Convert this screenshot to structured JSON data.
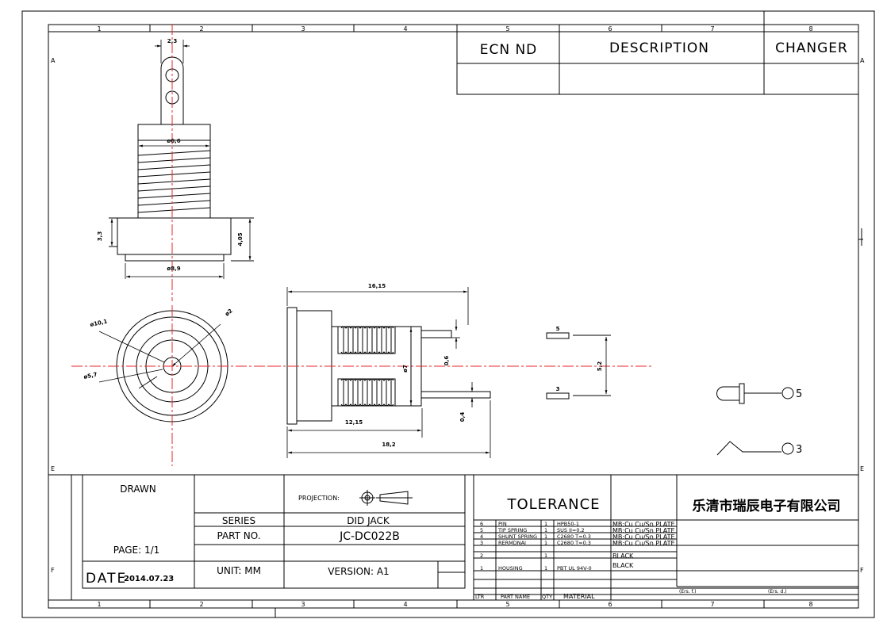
{
  "grid": {
    "columns": [
      "1",
      "2",
      "3",
      "4",
      "5",
      "6",
      "7",
      "8"
    ],
    "rows": [
      "A",
      "E",
      "F"
    ]
  },
  "revision_block": {
    "ecn": "ECN ND",
    "description": "DESCRIPTION",
    "changer": "CHANGER"
  },
  "dimensions": {
    "pin_width": "2,3",
    "body_dia": "ø6,6",
    "flange_h": "3,3",
    "total_h": "4,05",
    "flange_dia": "ø8,9",
    "outer_dia": "ø10,1",
    "pin_dia": "ø2",
    "inner_dia": "ø5,7",
    "length": "16,15",
    "thread_dia": "ø7",
    "pin_thick1": "0,6",
    "pin_thick2": "0,4",
    "thread_len": "12,15",
    "total_len": "18,2",
    "term_top": "5",
    "term_bottom": "3",
    "term_gap": "5,2"
  },
  "schematic": {
    "pin5": "5",
    "pin3": "3"
  },
  "title_block": {
    "drawn": "DRAWN",
    "projection": "PROJECTION:",
    "series_label": "SERIES",
    "series_value": "DID   JACK",
    "part_label": "PART NO.",
    "part_value": "JC-DC022B",
    "page": "PAGE: 1/1",
    "date_label": "DATE",
    "date_value": "2014.07.23",
    "unit": "UNIT: MM",
    "version": "VERSION: A1",
    "tolerance": "TOLERANCE",
    "company": "乐清市瑞辰电子有限公司",
    "footer_note1": "(Ers. f.)",
    "footer_note2": "(Ers. d.)"
  },
  "bom": {
    "headers": [
      "LTR",
      "PART NAME",
      "QTY",
      "MATERIAL"
    ],
    "rows": [
      {
        "ltr": "6",
        "name": "PIN",
        "qty": "1",
        "material": "HPB50-1",
        "finish": "MB:Cu  Cu/Sn  PLATE"
      },
      {
        "ltr": "5",
        "name": "TIP SPRING",
        "qty": "1",
        "material": "SUS  II=0.2",
        "finish": "MB:Cu  Cu/Sn  PLATE"
      },
      {
        "ltr": "4",
        "name": "SHUNT SPRING",
        "qty": "1",
        "material": "C2680  T=0.3",
        "finish": "MB:Cu  Cu/Sn  PLATE"
      },
      {
        "ltr": "3",
        "name": "RERMDNAI",
        "qty": "1",
        "material": "C2680  T=0.3",
        "finish": "MB:Cu  Cu/Sn  PLATE"
      },
      {
        "ltr": "2",
        "name": "",
        "qty": "1",
        "material": "",
        "finish": "BLACK"
      },
      {
        "ltr": "1",
        "name": "HOUSING",
        "qty": "1",
        "material": "PBT UL 94V-0",
        "finish": "BLACK"
      }
    ]
  }
}
